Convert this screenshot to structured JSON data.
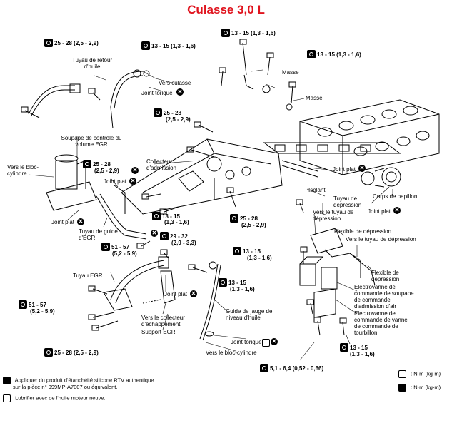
{
  "title": "Culasse 3,0 L",
  "torques": {
    "t1": "25 - 28 (2,5 - 2,9)",
    "t2": "13 - 15 (1,3 - 1,6)",
    "t3": "13 - 15 (1,3 - 1,6)",
    "t4": "13 - 15 (1,3 - 1,6)",
    "t5a": "25 - 28",
    "t5b": "(2,5 - 2,9)",
    "t6a": "25 - 28",
    "t6b": "(2,5 - 2,9)",
    "t7a": "13 - 15",
    "t7b": "(1,3 - 1,6)",
    "t8a": "25 - 28",
    "t8b": "(2,5 - 2,9)",
    "t9a": "29 - 32",
    "t9b": "(2,9 - 3,3)",
    "t10a": "51 - 57",
    "t10b": "(5,2 - 5,9)",
    "t11a": "13 - 15",
    "t11b": "(1,3 - 1,6)",
    "t12a": "13 - 15",
    "t12b": "(1,3 - 1,6)",
    "t13a": "51 - 57",
    "t13b": "(5,2 - 5,9)",
    "t14": "25 - 28 (2,5 - 2,9)",
    "t15a": "13 - 15",
    "t15b": "(1,3 - 1,6)",
    "t16": "5,1 - 6,4 (0,52 - 0,66)"
  },
  "labels": {
    "tuyau_retour": "Tuyau de retour d'huile",
    "vers_culasse": "Vers culasse",
    "joint_torique1": "Joint torique",
    "masse1": "Masse",
    "masse2": "Masse",
    "soupape_egr": "Soupape de contrôle du volume EGR",
    "vers_bloc1": "Vers le bloc-cylindre",
    "collecteur_adm": "Collecteur d'admission",
    "joint_plat1": "Joint plat",
    "joint_plat2": "Joint plat",
    "joint_plat3": "Joint plat",
    "joint_plat4": "Joint plat",
    "joint_plat5": "Joint plat",
    "corps_papillon": "Corps de papillon",
    "isolant": "Isolant",
    "tuyau_depression": "Tuyau de dépression",
    "vers_tuyau_dep1": "Vers le tuyau de dépression",
    "tuyau_guide_egr": "Tuyau de guide d'EGR",
    "flexible_dep1": "Flexible de dépression",
    "vers_tuyau_dep2": "Vers le tuyau de dépression",
    "flexible_dep2": "Flexible de dépression",
    "tuyau_egr": "Tuyau EGR",
    "electrovanne1": "Electrovanne de commande de soupape de commande d'admission d'air",
    "electrovanne2": "Electrovanne de commande de vanne de commande de tourbillon",
    "guide_jauge": "Guide de jauge de niveau d'huile",
    "vers_collecteur": "Vers le collecteur d'échappement",
    "support_egr": "Support EGR",
    "joint_torique2": "Joint torique",
    "vers_bloc2": "Vers le bloc-cylindre"
  },
  "legend": {
    "line1": "Appliquer du produit d'étanchéité silicone RTV authentique",
    "line2": "sur la pièce n° 999MP-A7007 ou équivalent.",
    "line3": "Lubrifier avec de l'huile moteur neuve.",
    "unit1": ": N·m (kg-m)",
    "unit2": ": N·m (kg-m)"
  },
  "icons": {
    "torque": "torque-wrench-icon",
    "replace": "replace-part-icon",
    "sealant": "sealant-tube-icon",
    "oil": "oil-can-icon"
  }
}
